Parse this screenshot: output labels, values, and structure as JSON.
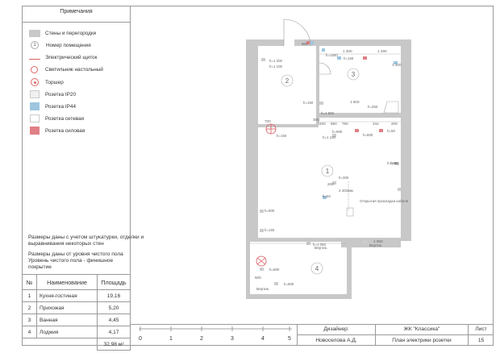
{
  "notes": {
    "title": "Примечания",
    "legend": [
      {
        "icon": "wall-swatch",
        "label": "Стены и перегородки"
      },
      {
        "icon": "room-number-circle",
        "label": "Номер помещения",
        "symbol": "1"
      },
      {
        "icon": "electric-panel-symbol",
        "label": "Электрический щиток"
      },
      {
        "icon": "table-lamp-symbol",
        "label": "Светильник настольный"
      },
      {
        "icon": "floor-lamp-symbol",
        "label": "Торшер"
      },
      {
        "icon": "socket-ip20-swatch",
        "label": "Розетка IP20"
      },
      {
        "icon": "socket-ip44-swatch",
        "label": "Розетка IP44"
      },
      {
        "icon": "socket-network-swatch",
        "label": "Розетка сетевая"
      },
      {
        "icon": "socket-power-swatch",
        "label": "Розетка силовая"
      }
    ],
    "text1": "Размеры даны с учетом штукатурки, отделки и выравнивания некоторых стен",
    "text2": "Размеры даны от уровня чистого пола Уровень чистого пола - финишное покрытие"
  },
  "rooms_table": {
    "headers": {
      "num": "№",
      "name": "Наименование",
      "area": "Площадь"
    },
    "rows": [
      {
        "num": "1",
        "name": "Кухня-гостиная",
        "area": "19,16"
      },
      {
        "num": "2",
        "name": "Прихожая",
        "area": "5,20"
      },
      {
        "num": "3",
        "name": "Ванная",
        "area": "4,45"
      },
      {
        "num": "4",
        "name": "Лоджия",
        "area": "4,17"
      }
    ],
    "total": "32,98 м²"
  },
  "stamp": {
    "designer_label": "Дизайнер:",
    "designer_name": "Новоселова А.Д.",
    "project": "ЖК \"Классика\"",
    "sheet_title": "План электрики розетки",
    "sheet_label": "Лист",
    "sheet_number": "15"
  },
  "scale": {
    "labels": [
      "0",
      "1",
      "2",
      "3",
      "4",
      "5"
    ]
  },
  "plan": {
    "room_numbers": [
      "1",
      "2",
      "3",
      "4"
    ],
    "dimensions": [
      "900",
      "1 300",
      "1 290",
      "1 100",
      "1 600",
      "700",
      "300",
      "400",
      "950",
      "780",
      "344",
      "209",
      "200",
      "2 200мм",
      "1 050",
      "500"
    ],
    "heights": [
      "h=1500",
      "h=1 200",
      "h=1 100",
      "h=150",
      "h=1 500",
      "h=250",
      "h=150",
      "h=50",
      "h=900",
      "h=150",
      "h=150",
      "h=800",
      "h=1 050",
      "h=600",
      "h=300",
      "h=50",
      "h=1 100",
      "h=900",
      "h=800",
      "h=150",
      "h=50"
    ],
    "annotations": [
      "Открытая прокладка кабеля",
      "Вертик.",
      "Вертик.",
      "Вертик."
    ]
  },
  "colors": {
    "wall": "#c8c8c8",
    "accent_red": "#d9555c",
    "ip44": "#9ec6e0",
    "power": "#e07f86",
    "frame": "#9a9a9a"
  }
}
